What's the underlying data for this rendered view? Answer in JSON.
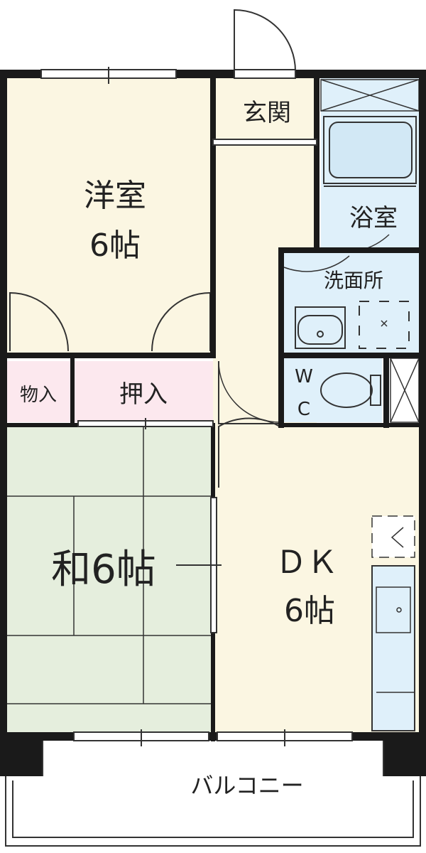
{
  "rooms": {
    "western": {
      "name": "洋室",
      "size": "6帖"
    },
    "entrance": {
      "name": "玄関"
    },
    "bath": {
      "name": "浴室"
    },
    "washroom": {
      "name": "洗面所"
    },
    "storage": {
      "name": "物入"
    },
    "closet": {
      "name": "押入"
    },
    "wc": {
      "line1": "W",
      "line2": "C"
    },
    "japanese": {
      "name": "和6帖"
    },
    "dk": {
      "name": "ＤＫ",
      "size": "6帖"
    },
    "balcony": {
      "name": "バルコニー"
    }
  },
  "colors": {
    "western": "#fbf6e2",
    "japanese": "#e5eedd",
    "closet": "#fce8ee",
    "wet_area": "#dff0fa",
    "walls": "#1a1a1a",
    "lines": "#222222"
  }
}
